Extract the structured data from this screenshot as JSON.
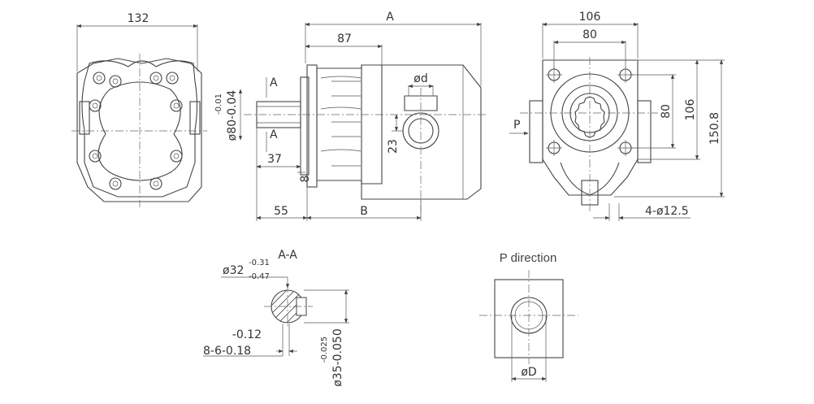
{
  "front_view": {
    "width_dim": "132"
  },
  "side_view": {
    "length_dim": "A",
    "flange_dim": "87",
    "port_dia": "ød",
    "port_offset": "23",
    "shaft_tol_upper": "-0.01",
    "shaft_tol_lower": "ø80-0.04",
    "shaft_len": "37",
    "key_width": "8",
    "overall_left": "55",
    "body_len": "B",
    "section_mark_top": "A",
    "section_mark_bottom": "A"
  },
  "rear_view": {
    "width_dim": "106",
    "bolt_spacing_h": "80",
    "bolt_spacing_v": "80",
    "height_inner": "106",
    "height_total": "150.8",
    "holes": "4-ø12.5",
    "direction_mark": "P"
  },
  "section_aa": {
    "title": "A-A",
    "dia_top": "ø32",
    "dia_top_upper": "-0.31",
    "dia_top_lower": "-0.47",
    "tol_a": "-0.12",
    "spline": "8-6-0.18",
    "outer_tol_a": "-0.025",
    "outer_dia": "ø35-0.050"
  },
  "p_direction": {
    "title": "P direction",
    "bore_dia": "øD"
  }
}
